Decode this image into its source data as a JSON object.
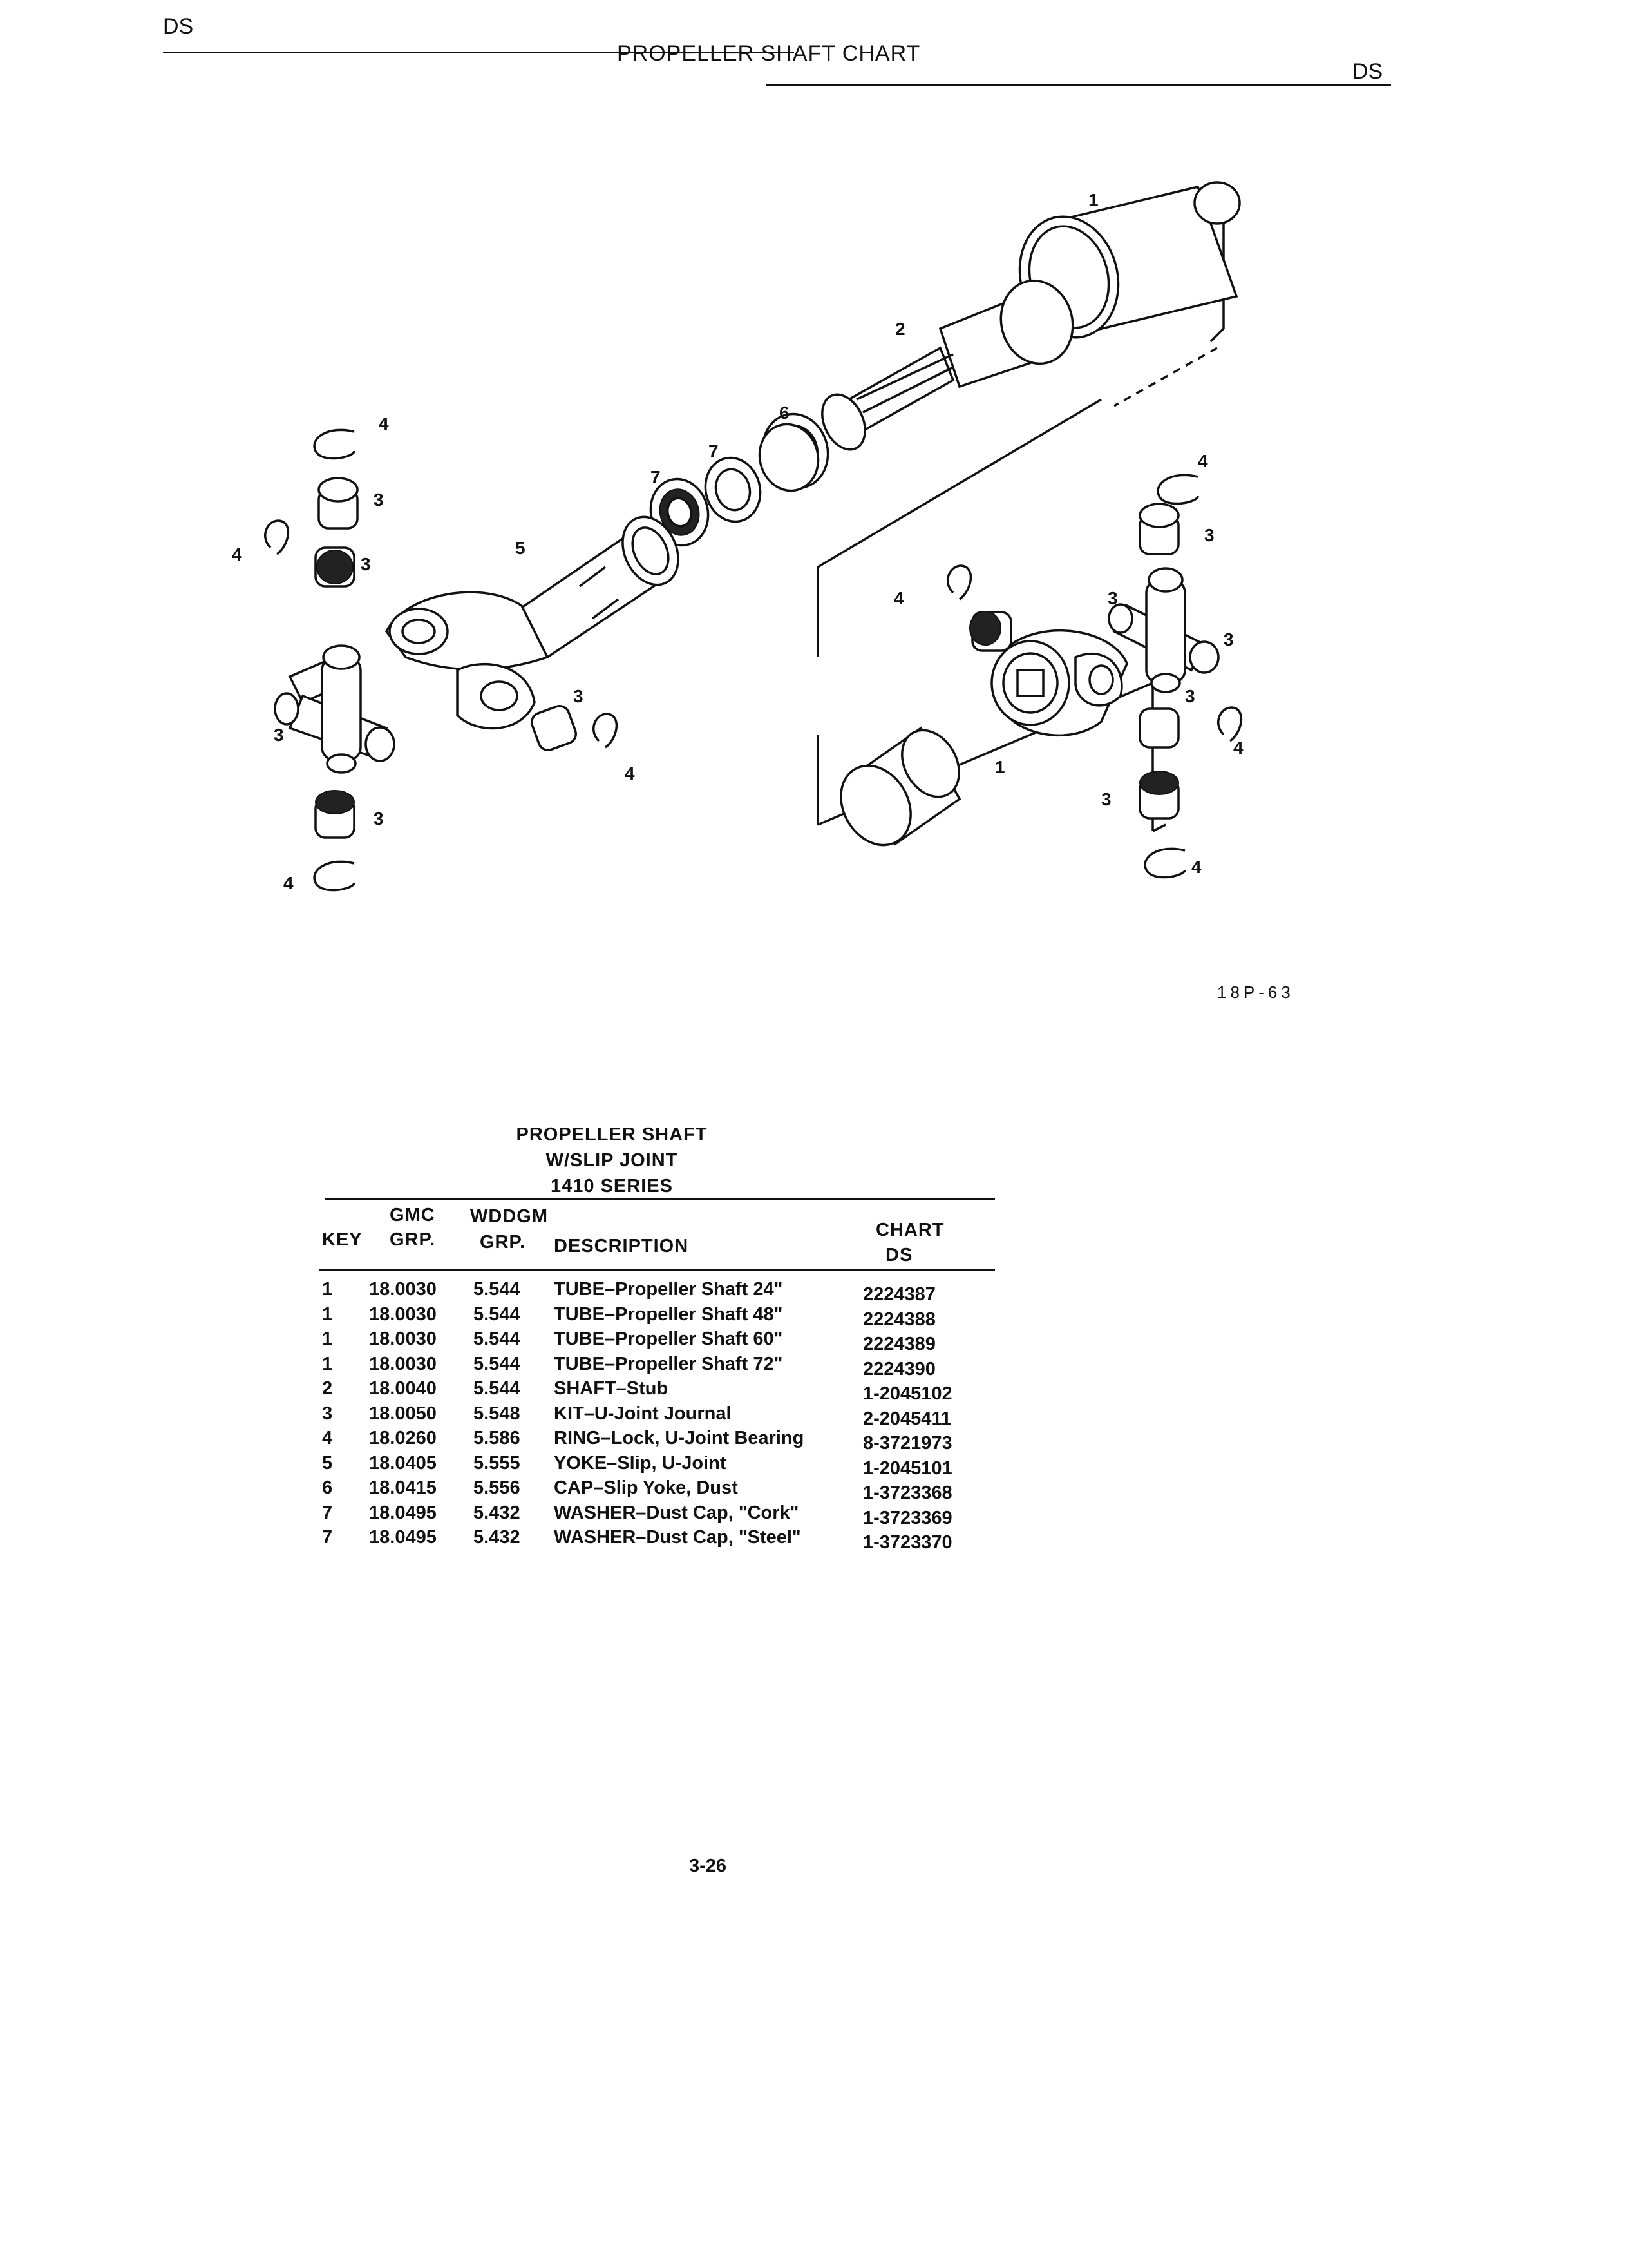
{
  "header": {
    "left_code": "DS",
    "title": "PROPELLER SHAFT CHART",
    "right_code": "DS"
  },
  "figure": {
    "id": "18P-63",
    "callouts": [
      "1",
      "2",
      "3",
      "4",
      "5",
      "6",
      "7"
    ]
  },
  "table": {
    "title_lines": [
      "PROPELLER SHAFT",
      "W/SLIP JOINT",
      "1410 SERIES"
    ],
    "columns": {
      "key": "KEY",
      "gmc_top": "GMC",
      "gmc_bottom": "GRP.",
      "wddgm_top": "WDDGM",
      "wddgm_bottom": "GRP.",
      "description": "DESCRIPTION",
      "chart_top": "CHART",
      "chart_bottom": "DS"
    },
    "rows": [
      {
        "key": "1",
        "gmc": "18.0030",
        "wddgm": "5.544",
        "description": "TUBE–Propeller Shaft 24\"",
        "chart": "2224387"
      },
      {
        "key": "1",
        "gmc": "18.0030",
        "wddgm": "5.544",
        "description": "TUBE–Propeller Shaft 48\"",
        "chart": "2224388"
      },
      {
        "key": "1",
        "gmc": "18.0030",
        "wddgm": "5.544",
        "description": "TUBE–Propeller Shaft 60\"",
        "chart": "2224389"
      },
      {
        "key": "1",
        "gmc": "18.0030",
        "wddgm": "5.544",
        "description": "TUBE–Propeller Shaft 72\"",
        "chart": "2224390"
      },
      {
        "key": "2",
        "gmc": "18.0040",
        "wddgm": "5.544",
        "description": "SHAFT–Stub",
        "chart": "1-2045102"
      },
      {
        "key": "3",
        "gmc": "18.0050",
        "wddgm": "5.548",
        "description": "KIT–U-Joint Journal",
        "chart": "2-2045411"
      },
      {
        "key": "4",
        "gmc": "18.0260",
        "wddgm": "5.586",
        "description": "RING–Lock, U-Joint Bearing",
        "chart": "8-3721973"
      },
      {
        "key": "5",
        "gmc": "18.0405",
        "wddgm": "5.555",
        "description": "YOKE–Slip, U-Joint",
        "chart": "1-2045101"
      },
      {
        "key": "6",
        "gmc": "18.0415",
        "wddgm": "5.556",
        "description": "CAP–Slip Yoke, Dust",
        "chart": "1-3723368"
      },
      {
        "key": "7",
        "gmc": "18.0495",
        "wddgm": "5.432",
        "description": "WASHER–Dust Cap, \"Cork\"",
        "chart": "1-3723369"
      },
      {
        "key": "7",
        "gmc": "18.0495",
        "wddgm": "5.432",
        "description": "WASHER–Dust Cap, \"Steel\"",
        "chart": "1-3723370"
      }
    ]
  },
  "page_number": "3-26"
}
